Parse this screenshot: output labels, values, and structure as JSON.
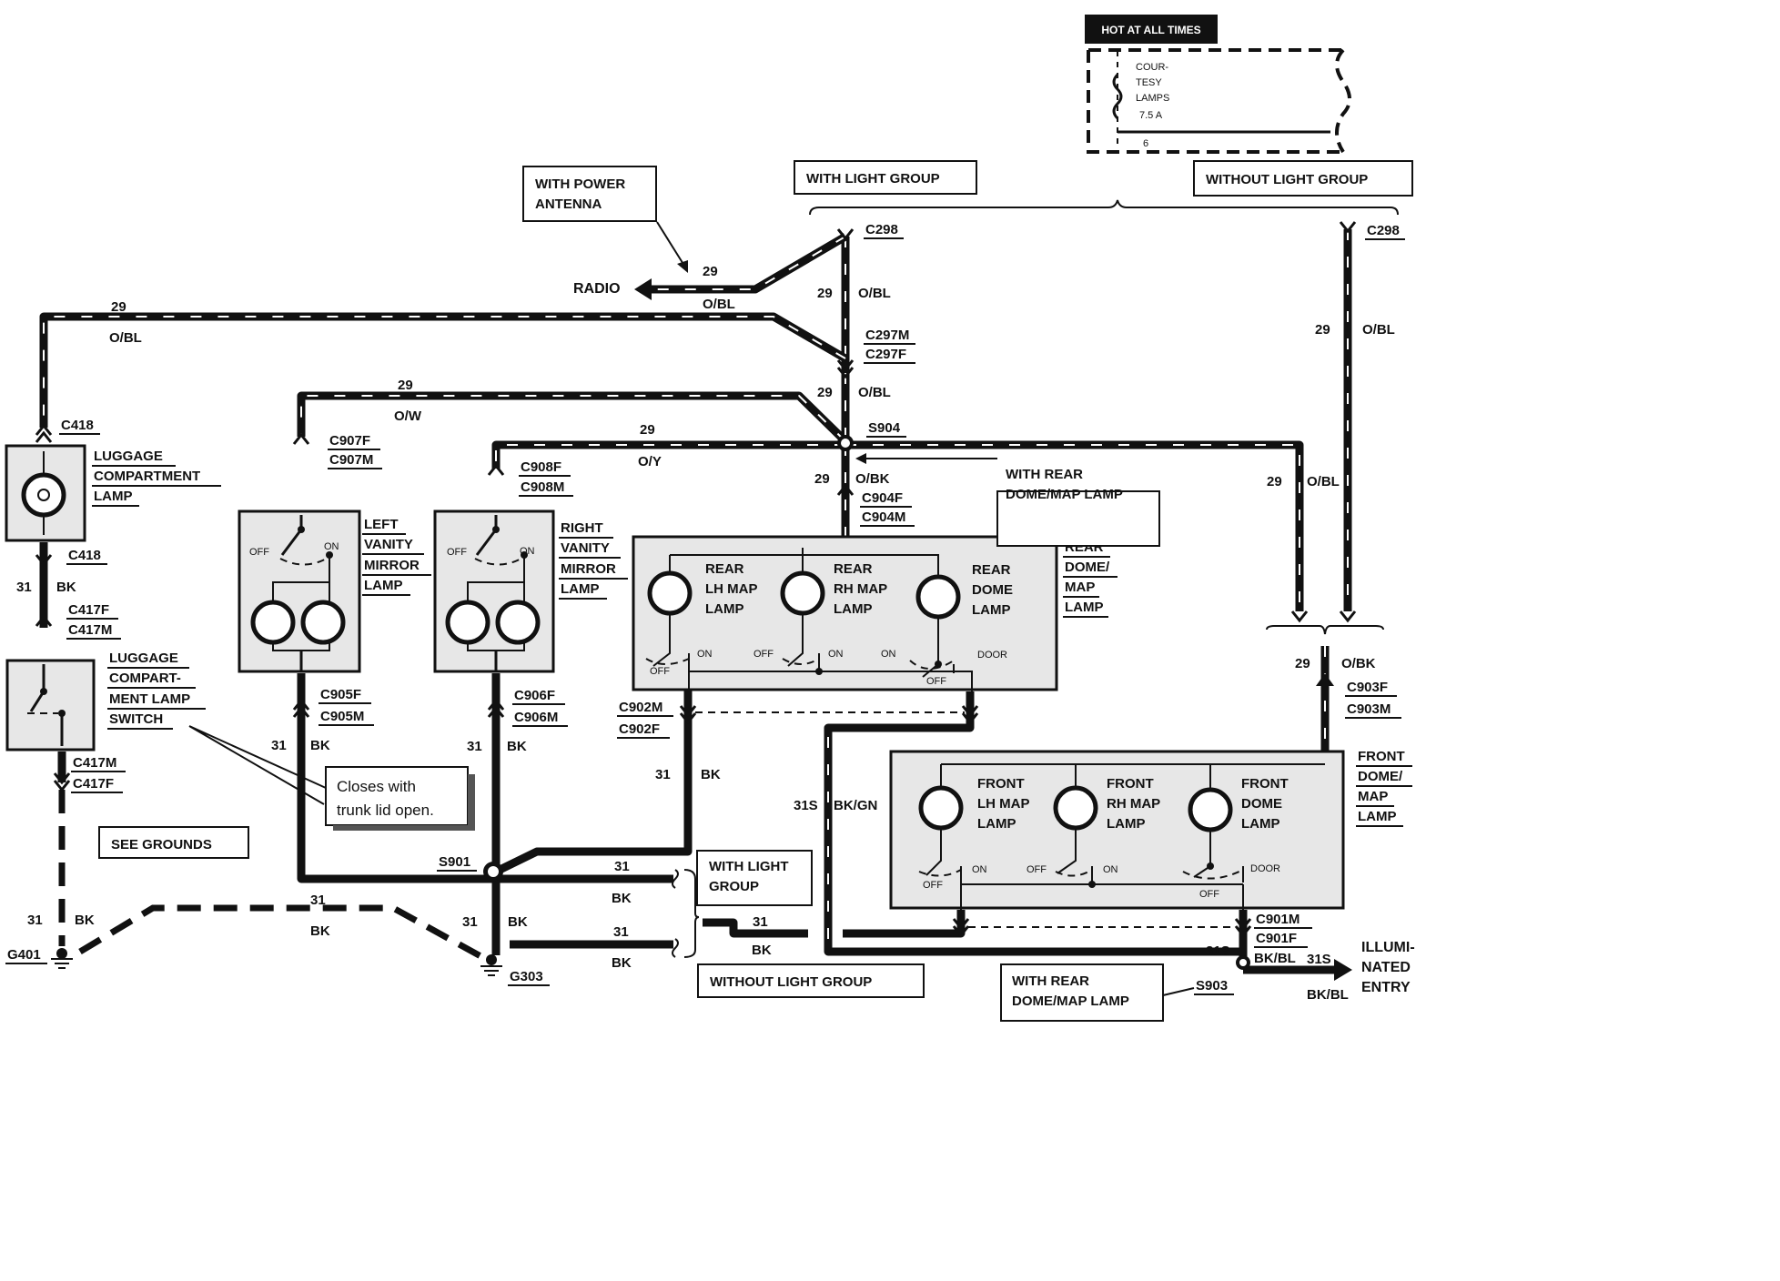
{
  "fuse_panel": {
    "header": "HOT AT ALL TIMES",
    "fuse_line1": "COUR-",
    "fuse_line2": "TESY",
    "fuse_line3": "LAMPS",
    "fuse_rating": "7.5 A",
    "terminal": "6"
  },
  "option_labels": {
    "with_light_group": "WITH LIGHT GROUP",
    "without_light_group": "WITHOUT LIGHT GROUP",
    "with_power_antenna_line1": "WITH POWER",
    "with_power_antenna_line2": "ANTENNA",
    "with_rear_dome_map_line1": "WITH REAR",
    "with_rear_dome_map_line2": "DOME/MAP LAMP",
    "with_light_group_line1": "WITH LIGHT",
    "with_light_group_line2": "GROUP",
    "see_grounds": "SEE GROUNDS",
    "note_line1": "Closes with",
    "note_line2": "trunk lid open."
  },
  "destinations": {
    "radio": "RADIO",
    "illuminated_entry_line1": "ILLUMI-",
    "illuminated_entry_line2": "NATED",
    "illuminated_entry_line3": "ENTRY"
  },
  "connectors": {
    "c298": "C298",
    "c297m": "C297M",
    "c297f": "C297F",
    "c418": "C418",
    "c417f": "C417F",
    "c417m": "C417M",
    "c907f": "C907F",
    "c907m": "C907M",
    "c908f": "C908F",
    "c908m": "C908M",
    "c905f": "C905F",
    "c905m": "C905M",
    "c906f": "C906F",
    "c906m": "C906M",
    "c904f": "C904F",
    "c904m": "C904M",
    "c902m": "C902M",
    "c902f": "C902F",
    "c903f": "C903F",
    "c903m": "C903M",
    "c901m": "C901M",
    "c901f": "C901F"
  },
  "splices": {
    "s904": "S904",
    "s901": "S901",
    "s903": "S903"
  },
  "grounds": {
    "g401": "G401",
    "g303": "G303"
  },
  "circuits": {
    "c29": "29",
    "c31": "31",
    "c31s": "31S",
    "ob": "O/BL",
    "ow": "O/W",
    "oy": "O/Y",
    "obk": "O/BK",
    "bk": "BK",
    "bkgn": "BK/GN",
    "bkbl": "BK/BL"
  },
  "components": {
    "luggage_lamp_line1": "LUGGAGE",
    "luggage_lamp_line2": "COMPARTMENT",
    "luggage_lamp_line3": "LAMP",
    "luggage_switch_line1": "LUGGAGE",
    "luggage_switch_line2": "COMPART-",
    "luggage_switch_line3": "MENT LAMP",
    "luggage_switch_line4": "SWITCH",
    "left_vanity_line1": "LEFT",
    "left_vanity_line2": "VANITY",
    "left_vanity_line3": "MIRROR",
    "left_vanity_line4": "LAMP",
    "right_vanity_line1": "RIGHT",
    "right_vanity_line2": "VANITY",
    "right_vanity_line3": "MIRROR",
    "right_vanity_line4": "LAMP",
    "rear_assembly_line1": "REAR",
    "rear_assembly_line2": "DOME/",
    "rear_assembly_line3": "MAP",
    "rear_assembly_line4": "LAMP",
    "front_assembly_line1": "FRONT",
    "front_assembly_line2": "DOME/",
    "front_assembly_line3": "MAP",
    "front_assembly_line4": "LAMP",
    "rear_lh_line1": "REAR",
    "rear_lh_line2": "LH MAP",
    "rear_lh_line3": "LAMP",
    "rear_rh_line1": "REAR",
    "rear_rh_line2": "RH MAP",
    "rear_rh_line3": "LAMP",
    "rear_dome_line1": "REAR",
    "rear_dome_line2": "DOME",
    "rear_dome_line3": "LAMP",
    "front_lh_line1": "FRONT",
    "front_lh_line2": "LH MAP",
    "front_lh_line3": "LAMP",
    "front_rh_line1": "FRONT",
    "front_rh_line2": "RH MAP",
    "front_rh_line3": "LAMP",
    "front_dome_line1": "FRONT",
    "front_dome_line2": "DOME",
    "front_dome_line3": "LAMP"
  },
  "switch_positions": {
    "off": "OFF",
    "on": "ON",
    "door": "DOOR"
  }
}
